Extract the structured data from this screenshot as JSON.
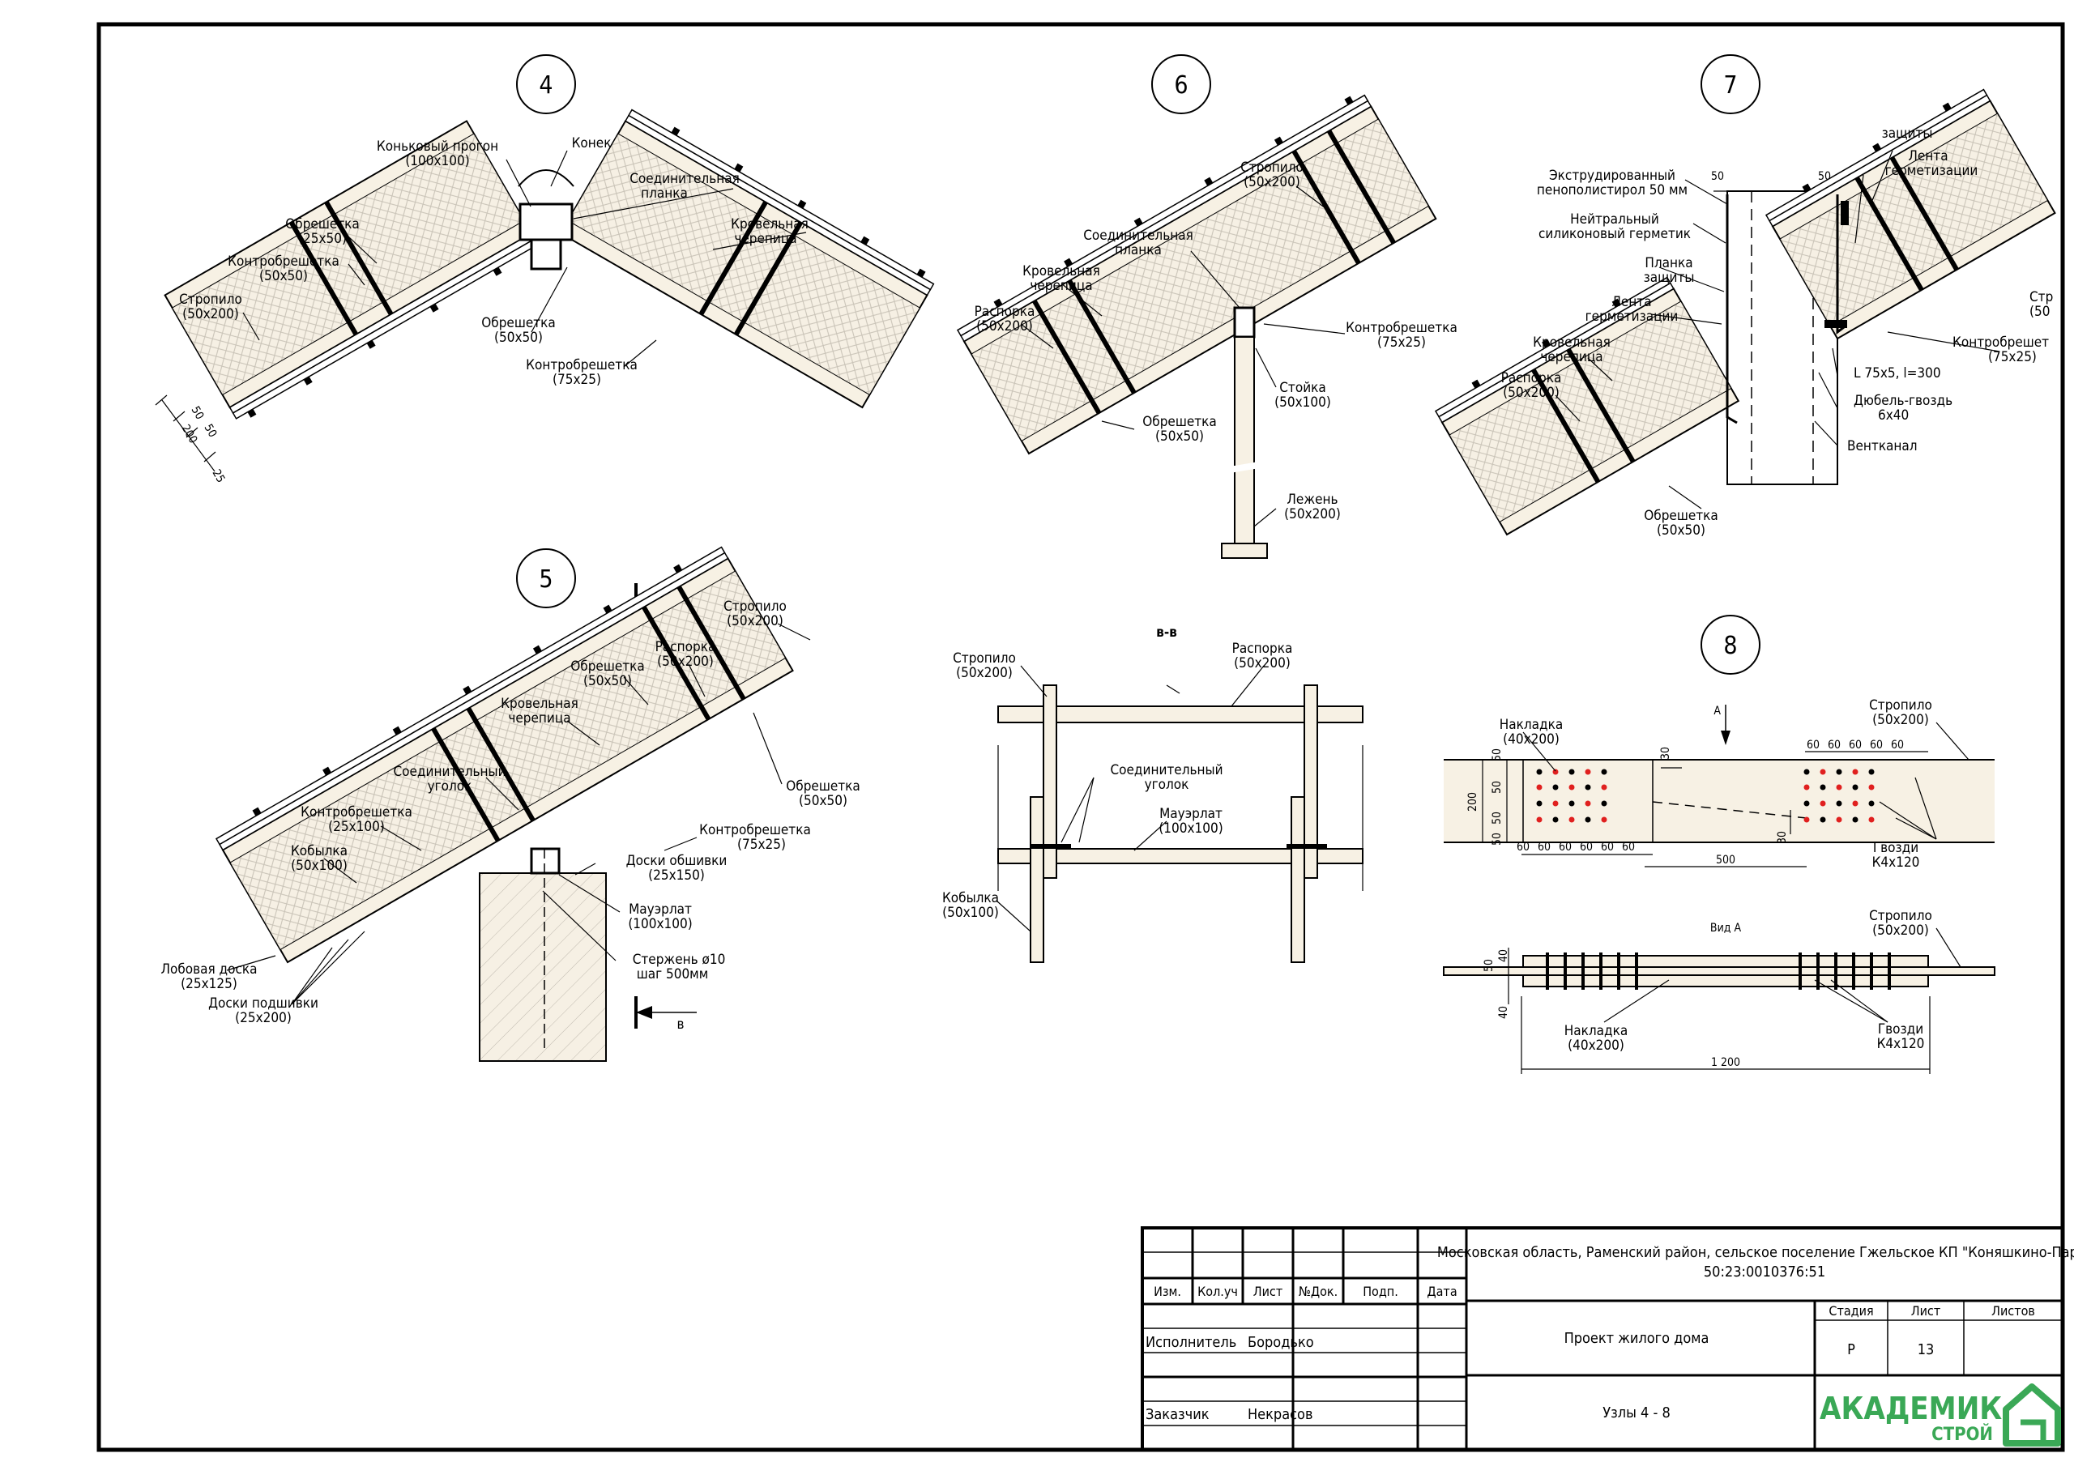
{
  "details": {
    "d4": {
      "num": "4",
      "labels": {
        "ridge_purlin": [
          "Коньковый прогон",
          "(100x100)"
        ],
        "ridge": [
          "Конек"
        ],
        "conn_plank": [
          "Соединительная",
          "планка"
        ],
        "roof_tile": [
          "Кровельная",
          "черепица"
        ],
        "batten": [
          "Обрешетка",
          "(25x50)"
        ],
        "counter_batten": [
          "Контробрешетка",
          "(50x50)"
        ],
        "rafter": [
          "Стропило",
          "(50x200)"
        ],
        "batten2": [
          "Обрешетка",
          "(50x50)"
        ],
        "counter_batten2": [
          "Контробрешетка",
          "(75x25)"
        ]
      },
      "dims": [
        "50",
        "50",
        "200",
        "25"
      ]
    },
    "d5": {
      "num": "5",
      "section_mark": "в",
      "labels": {
        "rafter": [
          "Стропило",
          "(50x200)"
        ],
        "strut": [
          "Распорка",
          "(50x200)"
        ],
        "batten": [
          "Обрешетка",
          "(50x50)"
        ],
        "roof_tile": [
          "Кровельная",
          "черепица"
        ],
        "conn_corner": [
          "Соединительный",
          "уголок"
        ],
        "counter_batten": [
          "Контробрешетка",
          "(25x100)"
        ],
        "kobylka": [
          "Кобылка",
          "(50x100)"
        ],
        "fascia": [
          "Лобовая доска",
          "(25x125)"
        ],
        "soffit": [
          "Доски подшивки",
          "(25x200)"
        ],
        "batten2": [
          "Обрешетка",
          "(50x50)"
        ],
        "counter_batten2": [
          "Контробрешетка",
          "(75x25)"
        ],
        "cladding": [
          "Доски обшивки",
          "(25x150)"
        ],
        "mauerlat": [
          "Мауэрлат",
          "(100x100)"
        ],
        "rod": [
          "Стержень ø10",
          "шаг 500мм"
        ]
      }
    },
    "d6": {
      "num": "6",
      "labels": {
        "rafter": [
          "Стропило",
          "(50x200)"
        ],
        "conn_plank": [
          "Соединительная",
          "планка"
        ],
        "roof_tile": [
          "Кровельная",
          "черепица"
        ],
        "strut": [
          "Распорка",
          "(50x200)"
        ],
        "counter_batten": [
          "Контробрешетка",
          "(75x25)"
        ],
        "post": [
          "Стойка",
          "(50x100)"
        ],
        "batten": [
          "Обрешетка",
          "(50x50)"
        ],
        "lezhen": [
          "Лежень",
          "(50x200)"
        ]
      }
    },
    "d7": {
      "num": "7",
      "labels": {
        "protection_top": [
          "защиты"
        ],
        "tape_top": [
          "Лента",
          "герметизации"
        ],
        "xps": [
          "Экструдированный",
          "пенополистирол 50 мм"
        ],
        "sealant": [
          "Нейтральный",
          "силиконовый герметик"
        ],
        "plank": [
          "Планка",
          "защиты"
        ],
        "tape": [
          "Лента",
          "герметизации"
        ],
        "roof_tile": [
          "Кровельная",
          "черепица"
        ],
        "strut": [
          "Распорка",
          "(50x200)"
        ],
        "batten": [
          "Обрешетка",
          "(50x50)"
        ],
        "rafter_cut": [
          "Стр",
          "(50"
        ],
        "counter_cut": [
          "Контробрешет",
          "(75x25)"
        ],
        "angle": [
          "L 75x5, l=300"
        ],
        "dowel": [
          "Дюбель-гвоздь",
          "6x40"
        ],
        "vent": [
          "Вентканал"
        ]
      },
      "dims": [
        "50",
        "50"
      ]
    },
    "bb": {
      "title": "в-в",
      "labels": {
        "rafter": [
          "Стропило",
          "(50x200)"
        ],
        "strut": [
          "Распорка",
          "(50x200)"
        ],
        "conn_corner": [
          "Соединительный",
          "уголок"
        ],
        "mauerlat": [
          "Мауэрлат",
          "(100x100)"
        ],
        "kobylka": [
          "Кобылка",
          "(50x100)"
        ]
      }
    },
    "d8": {
      "num": "8",
      "arrow": "А",
      "view_title": "Вид А",
      "labels": {
        "overlay": [
          "Накладка",
          "(40x200)"
        ],
        "rafter": [
          "Стропило",
          "(50x200)"
        ],
        "nails": [
          "Гвозди",
          "К4x120"
        ],
        "overlay2": [
          "Накладка",
          "(40x200)"
        ],
        "rafter2": [
          "Стропило",
          "(50x200)"
        ],
        "nails2": [
          "Гвозди",
          "К4x120"
        ]
      },
      "dims": {
        "left_v": [
          "50",
          "50",
          "50",
          "50"
        ],
        "h200": "200",
        "bottom_left": [
          "60",
          "60",
          "60",
          "60",
          "60",
          "60"
        ],
        "top_right": [
          "60",
          "60",
          "60",
          "60",
          "60"
        ],
        "d30a": "30",
        "d30b": "30",
        "d500": "500",
        "d1200": "1 200",
        "side_40a": "40",
        "side_40b": "40",
        "side_50": "50"
      }
    }
  },
  "title_block": {
    "headers": [
      "Изм.",
      "Кол.уч",
      "Лист",
      "№Док.",
      "Подп.",
      "Дата"
    ],
    "rows": [
      {
        "role": "Исполнитель",
        "name": "Бородько"
      },
      {
        "role": "Заказчик",
        "name": "Некрасов"
      }
    ],
    "address": "Московская область, Раменский район, сельское поселение Гжельское КП \"Коняшкино-Парк\"",
    "cadastral": "50:23:0010376:51",
    "project": "Проект жилого дома",
    "sheet_name": "Узлы 4 - 8",
    "stage_header": "Стадия",
    "sheet_header": "Лист",
    "sheets_header": "Листов",
    "stage": "Р",
    "sheet": "13",
    "sheets": "",
    "logo_main": "АКАДЕМИК",
    "logo_sub": "СТРОЙ",
    "colors": {
      "logo_green": "#3aa856",
      "dot_red": "#e0201f",
      "wood_fill": "#f7f1e4"
    }
  }
}
